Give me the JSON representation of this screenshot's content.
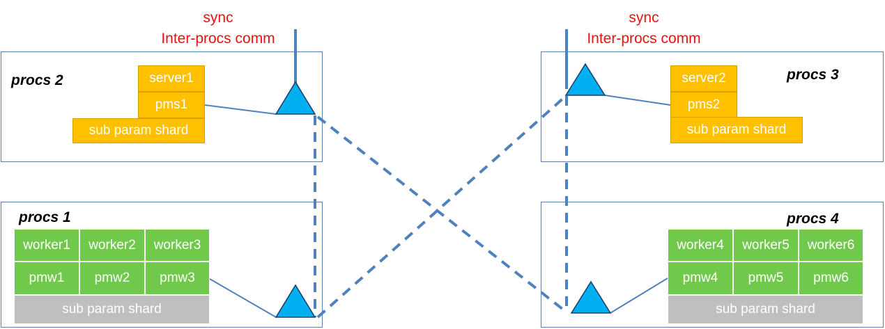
{
  "colors": {
    "line": "#4f81bd",
    "triangle": "#00b0f0",
    "server": "#ffc000",
    "worker": "#70c94a",
    "shard_gray": "#bfbfbf",
    "sync_text": "#ee1111"
  },
  "sync_left": {
    "line1": "sync",
    "line2": "Inter-procs comm"
  },
  "sync_right": {
    "line1": "sync",
    "line2": "Inter-procs comm"
  },
  "procs2": {
    "label": "procs 2",
    "server": "server1",
    "pms": "pms1",
    "shard": "sub param shard"
  },
  "procs3": {
    "label": "procs 3",
    "server": "server2",
    "pms": "pms2",
    "shard": "sub param shard"
  },
  "procs1": {
    "label": "procs 1",
    "workers": [
      "worker1",
      "worker2",
      "worker3"
    ],
    "pmws": [
      "pmw1",
      "pmw2",
      "pmw3"
    ],
    "shard": "sub param shard"
  },
  "procs4": {
    "label": "procs 4",
    "workers": [
      "worker4",
      "worker5",
      "worker6"
    ],
    "pmws": [
      "pmw4",
      "pmw5",
      "pmw6"
    ],
    "shard": "sub param shard"
  }
}
